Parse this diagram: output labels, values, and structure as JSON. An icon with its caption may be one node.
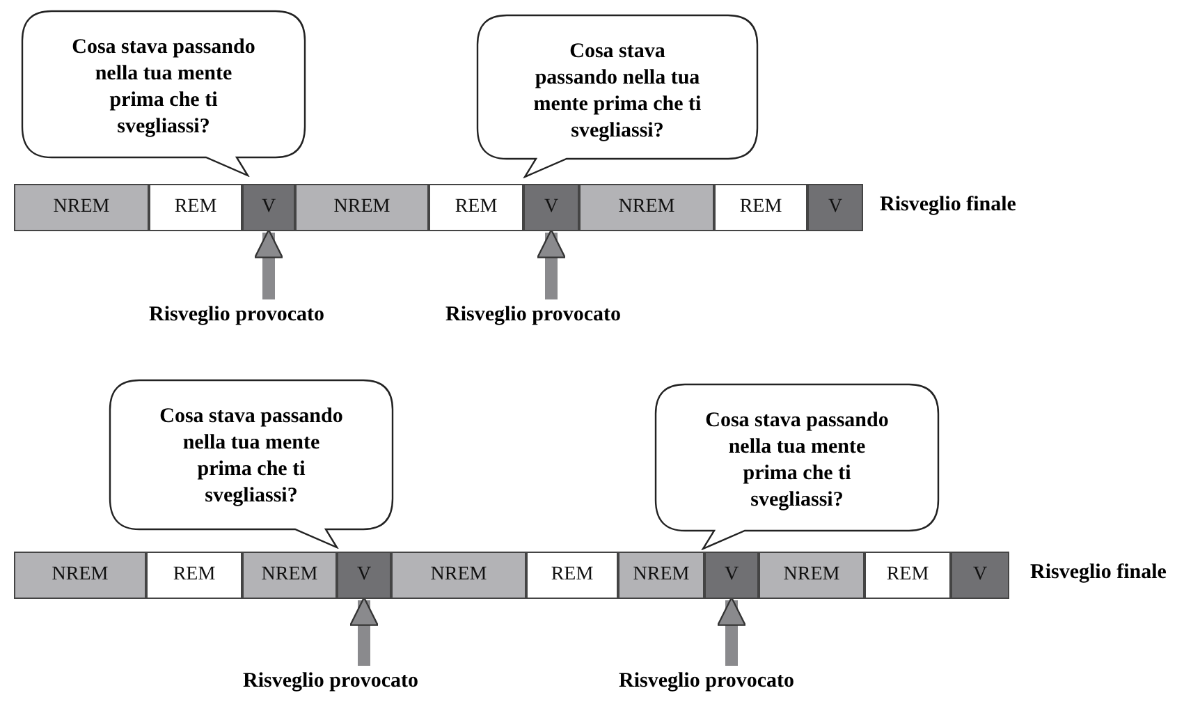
{
  "diagram": {
    "nodes": [
      {
        "text": [
          "Cosa stava passando nella tua mente prima che ti svegliassi?"
        ]
      },
      {
        "text": [
          "Cosa stava passando nella tua mente prima che ti svegliassi?"
        ]
      },
      {
        "text": [
          "NREM"
        ]
      },
      {
        "text": [
          "REM"
        ]
      },
      {
        "text": [
          "V"
        ]
      },
      {
        "text": [
          "NREM"
        ]
      },
      {
        "text": [
          "REM"
        ]
      },
      {
        "text": [
          "V"
        ]
      },
      {
        "text": [
          "NREM"
        ]
      },
      {
        "text": [
          "REM"
        ]
      },
      {
        "text": [
          "V"
        ]
      },
      {
        "text": [
          "Risveglio provocato"
        ]
      },
      {
        "text": [
          "Risveglio provocato"
        ]
      },
      {
        "text": [
          "Cosa stava passando nella tua mente prima che ti svegliassi?"
        ]
      },
      {
        "text": [
          "Cosa stava passando nella tua mente prima che ti svegliassi?"
        ]
      },
      {
        "text": [
          "NREM"
        ]
      },
      {
        "text": [
          "REM"
        ]
      },
      {
        "text": [
          "NREM"
        ]
      },
      {
        "text": [
          "V"
        ]
      },
      {
        "text": [
          "NREM"
        ]
      },
      {
        "text": [
          "REM"
        ]
      },
      {
        "text": [
          "NREM"
        ]
      },
      {
        "text": [
          "V"
        ]
      },
      {
        "text": [
          "NREM"
        ]
      },
      {
        "text": [
          "REM"
        ]
      },
      {
        "text": [
          "V"
        ]
      },
      {
        "text": [
          "Risveglio provocato"
        ]
      },
      {
        "text": [
          "Risveglio provocato"
        ]
      }
    ],
    "edges": [
      {
        "from": 11,
        "to": 4,
        "arrow": "to"
      },
      {
        "from": 12,
        "to": 7,
        "arrow": "to"
      },
      {
        "from": 26,
        "to": 18,
        "arrow": "to"
      },
      {
        "from": 27,
        "to": 22,
        "arrow": "to"
      }
    ],
    "labels": [
      "Risveglio finale",
      "Risveglio finale"
    ]
  }
}
